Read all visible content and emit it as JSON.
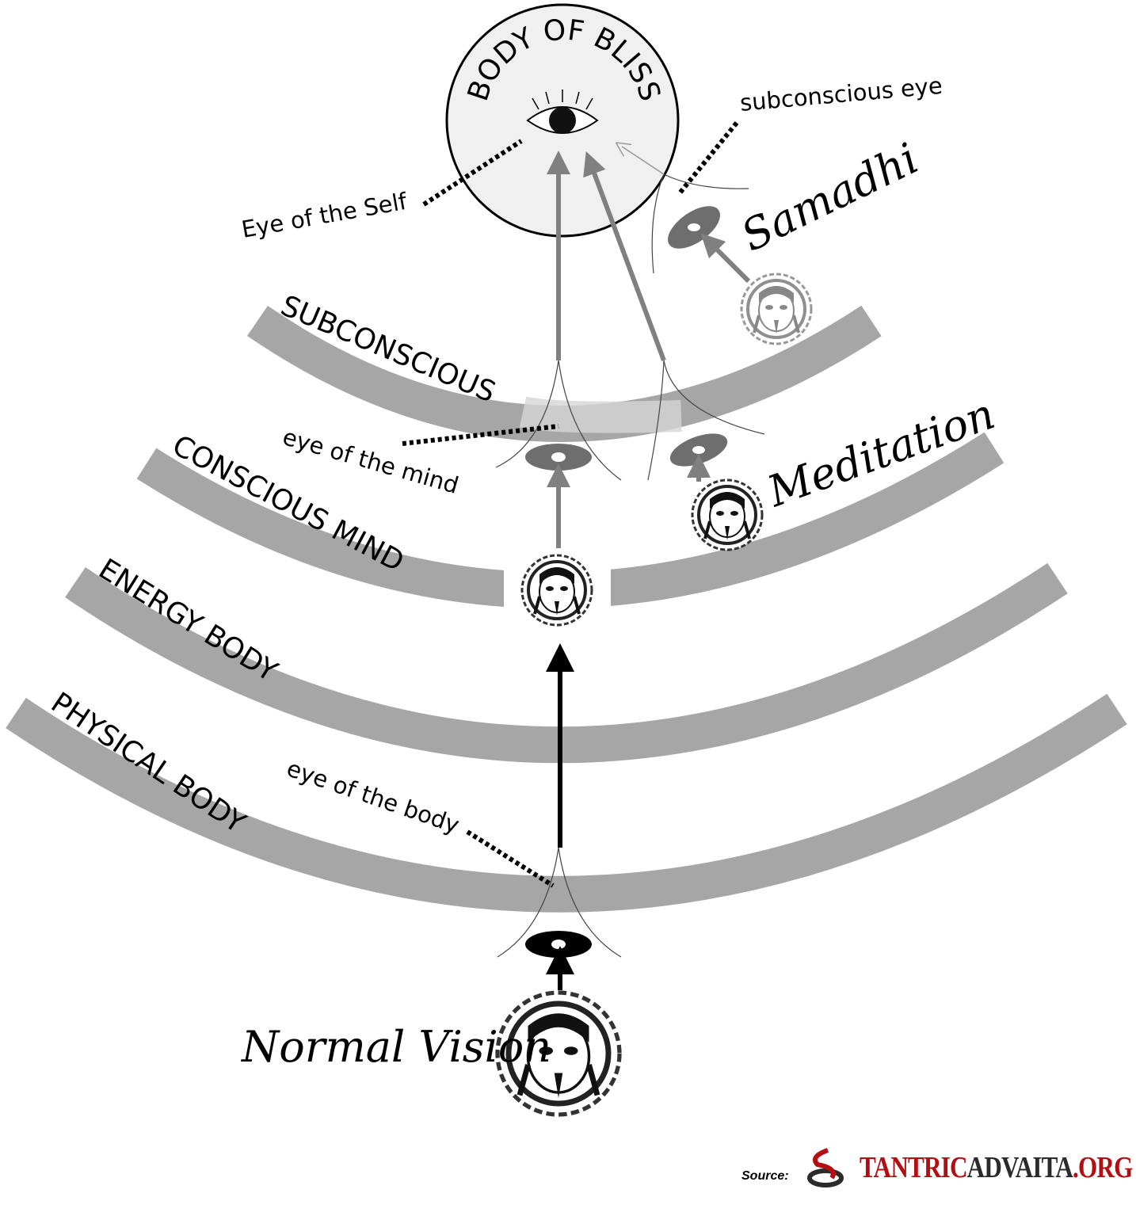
{
  "title_circle": "BODY OF BLISS",
  "layers": {
    "subconscious": "SUBCONSCIOUS",
    "conscious_mind": "CONSCIOUS MIND",
    "energy_body": "ENERGY BODY",
    "physical_body": "PHYSICAL BODY"
  },
  "annotations": {
    "subconscious_eye": "subconscious eye",
    "eye_of_self": "Eye of the Self",
    "eye_of_mind": "eye of the mind",
    "eye_of_body": "eye of the body"
  },
  "states": {
    "normal": "Normal Vision",
    "meditation": "Meditation",
    "samadhi": "Samadhi"
  },
  "source": {
    "label": "Source:",
    "logo_part1": "TANTRIC",
    "logo_part2": "ADVAITA",
    "logo_part3": ".ORG"
  },
  "colors": {
    "band": "#a6a6a6",
    "logo_red": "#b30f12",
    "logo_dark": "#2b2b2b"
  }
}
